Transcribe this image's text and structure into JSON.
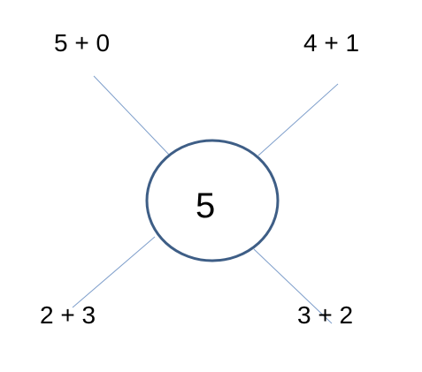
{
  "center": {
    "value": "5"
  },
  "branches": [
    {
      "id": "top-left",
      "label": "5 + 0"
    },
    {
      "id": "top-right",
      "label": "4 + 1"
    },
    {
      "id": "bottom-left",
      "label": "2 + 3"
    },
    {
      "id": "bottom-right",
      "label": "3 + 2"
    }
  ],
  "colors": {
    "circle_stroke": "#3E5E86",
    "connector": "#7F9FCB",
    "text": "#000000",
    "background": "#FFFFFF"
  }
}
